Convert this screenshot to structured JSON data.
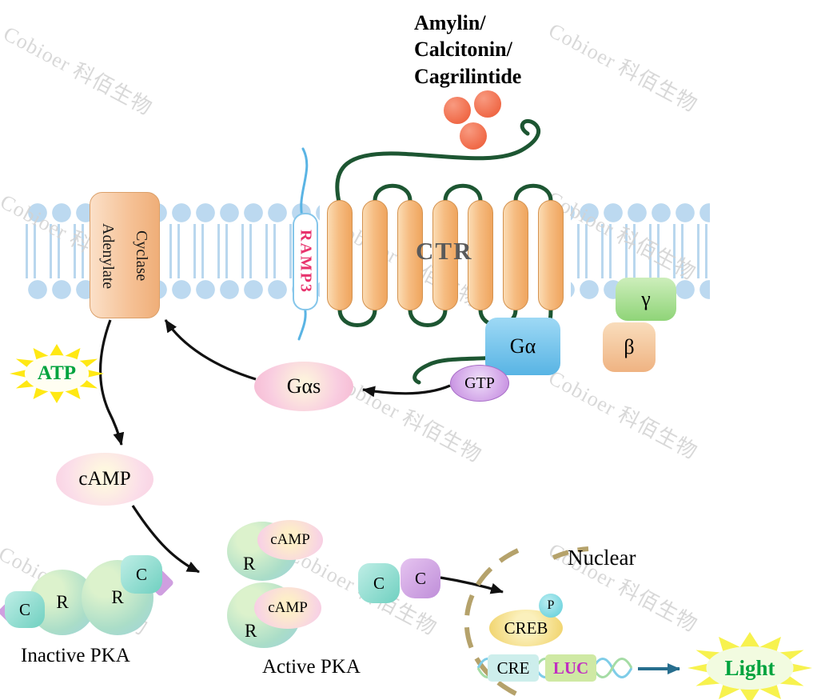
{
  "watermark": {
    "text": "Cobioer  科佰生物"
  },
  "ligand": {
    "lines": [
      "Amylin/",
      "Calcitonin/",
      "Cagrilintide"
    ]
  },
  "receptor": {
    "name": "CTR",
    "accessory": "RAMP3"
  },
  "enzyme": {
    "adenylate_cyclase": "Adenylate Cyclase"
  },
  "g_protein": {
    "alpha": "Gα",
    "beta": "β",
    "gamma": "γ",
    "alpha_s": "Gαs",
    "gtp": "GTP"
  },
  "messengers": {
    "atp": "ATP",
    "camp": "cAMP"
  },
  "pka": {
    "inactive": "Inactive PKA",
    "active": "Active PKA",
    "regulatory": "R",
    "catalytic": "C",
    "camp": "cAMP"
  },
  "nucleus": {
    "label": "Nuclear",
    "creb": "CREB",
    "phospho": "P",
    "cre": "CRE",
    "luc": "LUC"
  },
  "output": {
    "light": "Light"
  },
  "colors": {
    "membrane_head": "#bcd9f0",
    "helix_orange": "#f6bd83",
    "loop_green": "#1d5632",
    "ramp3_pink": "#e8336d",
    "luc_magenta": "#c12fc1",
    "green_text": "#00a33e",
    "burst_yellow": "#ffe813",
    "nuclear_dash": "#b5a26b",
    "arrow_teal": "#276e8e"
  }
}
